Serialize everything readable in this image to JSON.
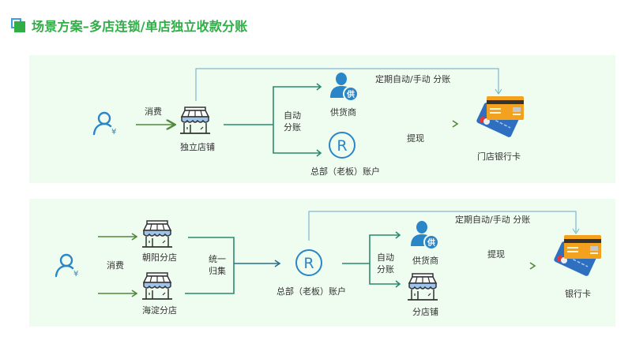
{
  "header": {
    "title": "场景方案–多店连锁/单店独立收款分账"
  },
  "scenario1": {
    "consume": "消费",
    "store": "独立店铺",
    "auto_split": [
      "自动",
      "分账"
    ],
    "supplier": "供货商",
    "supplier_badge": "供",
    "hq_account": "总部（老板）账户",
    "periodic_split": "定期自动/手动 分账",
    "withdraw": "提现",
    "bank_card": "门店银行卡"
  },
  "scenario2": {
    "consume": "消费",
    "store_a": "朝阳分店",
    "store_b": "海淀分店",
    "unify": [
      "统一",
      "归集"
    ],
    "hq_account": "总部（老板）账户",
    "auto_split": [
      "自动",
      "分账"
    ],
    "supplier": "供货商",
    "supplier_badge": "供",
    "branch_store": "分店铺",
    "periodic_split": "定期自动/手动 分账",
    "withdraw": "提现",
    "bank_card": "银行卡"
  },
  "colors": {
    "title_green": "#2fae46",
    "panel_bg": "#effcf0",
    "flow_teal": "#2a8a6e",
    "arrow_green": "#4e8a3a",
    "line_blue": "#6aa6c8",
    "icon_blue": "#2a86c6",
    "card_orange": "#f2a21e",
    "card_blue": "#2f6fc0"
  }
}
